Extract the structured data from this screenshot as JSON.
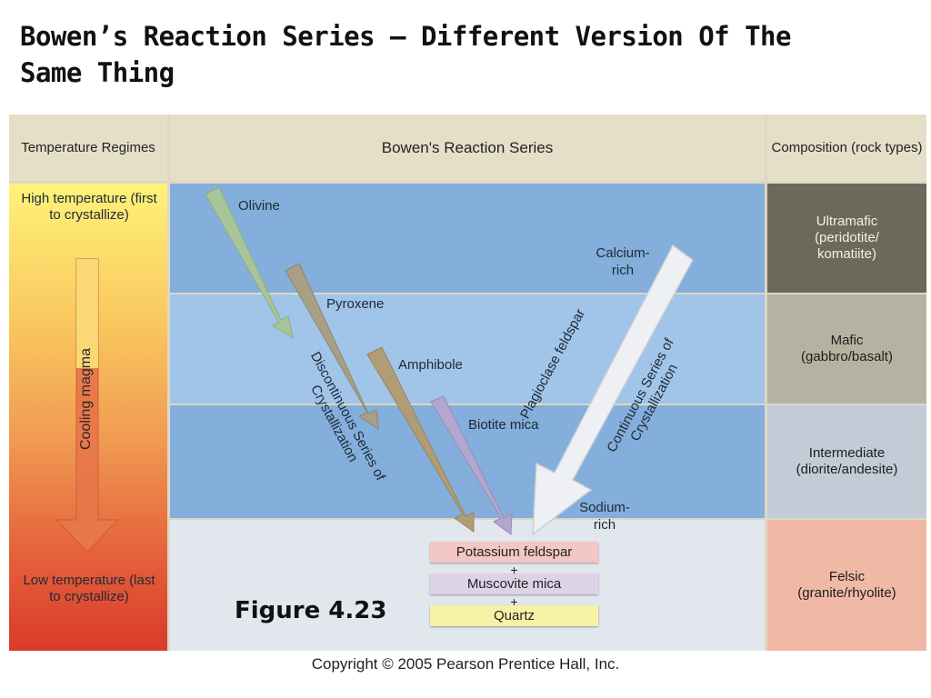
{
  "title": "Bowen’s Reaction Series – Different Version Of The Same Thing",
  "headers": {
    "temperature": "Temperature Regimes",
    "series": "Bowen's Reaction Series",
    "composition": "Composition (rock types)"
  },
  "temperature": {
    "high": "High temperature (first to crystallize)",
    "cooling": "Cooling magma",
    "low": "Low temperature (last to crystallize)"
  },
  "minerals": {
    "olivine": "Olivine",
    "pyroxene": "Pyroxene",
    "amphibole": "Amphibole",
    "biotite": "Biotite mica",
    "calcium": "Calcium-rich",
    "sodium": "Sodium-rich",
    "plagioclase": "Plagioclase feldspar"
  },
  "series_labels": {
    "discontinuous": "Discontinuous Series of Crystallization",
    "continuous": "Continuous Series of Crystallization"
  },
  "final_minerals": {
    "potassium": "Potassium feldspar",
    "plus": "+",
    "muscovite": "Muscovite mica",
    "quartz": "Quartz"
  },
  "composition": [
    {
      "name": "Ultramafic",
      "detail": "(peridotite/ komatiite)",
      "bg": "#6b6a5a",
      "fg": "#f2f2ea"
    },
    {
      "name": "Mafic",
      "detail": "(gabbro/basalt)",
      "bg": "#b6b2a2",
      "fg": "#1c1c1c"
    },
    {
      "name": "Intermediate",
      "detail": "(diorite/andesite)",
      "bg": "#c3ccd6",
      "fg": "#1c1c1c"
    },
    {
      "name": "Felsic",
      "detail": "(granite/rhyolite)",
      "bg": "#f0b9a6",
      "fg": "#1c1c1c"
    }
  ],
  "figure_label": "Figure 4.23",
  "copyright": "Copyright © 2005 Pearson Prentice Hall, Inc.",
  "colors": {
    "band_ultramafic": "#84aedb",
    "band_mafic": "#a1c4e9",
    "band_intermediate": "#84aedb",
    "band_felsic": "#e2e7ee",
    "olivine_arrow": "#a8c59a",
    "pyroxene_arrow": "#a89f84",
    "amphibole_arrow": "#b09d75",
    "biotite_arrow": "#b3a6cf",
    "plagioclase_arrow": "#eef0f3",
    "box_potassium": "#f2c7c4",
    "box_muscovite": "#ddd3e7",
    "box_quartz": "#f8f2a6"
  }
}
